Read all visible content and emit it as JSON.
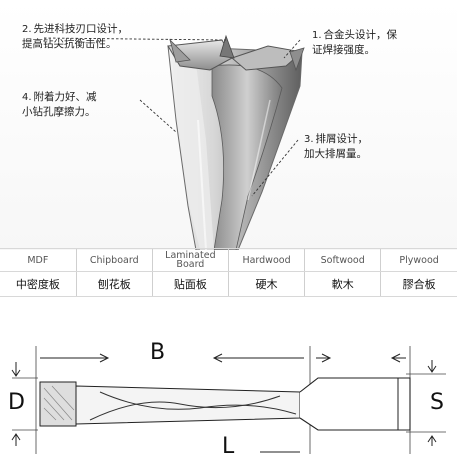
{
  "notes": [
    {
      "number": "1.",
      "text": "合金头设计，保\n证焊接强度。"
    },
    {
      "number": "2.",
      "text": "先进科技刃口设计，\n提高钻尖抗衡击性。"
    },
    {
      "number": "3.",
      "text": "排屑设计，\n加大排屑量。"
    },
    {
      "number": "4.",
      "text": "附着力好、减\n小钻孔摩擦力。"
    }
  ],
  "materials": [
    {
      "en": "MDF",
      "cn": "中密度板"
    },
    {
      "en": "Chipboard",
      "cn": "刨花板"
    },
    {
      "en": "Laminated Board",
      "cn": "贴面板"
    },
    {
      "en": "Hardwood",
      "cn": "硬木"
    },
    {
      "en": "Softwood",
      "cn": "軟木"
    },
    {
      "en": "Plywood",
      "cn": "膠合板"
    }
  ],
  "dimensions": {
    "b": "B",
    "d": "D",
    "s": "S",
    "l": "L"
  }
}
